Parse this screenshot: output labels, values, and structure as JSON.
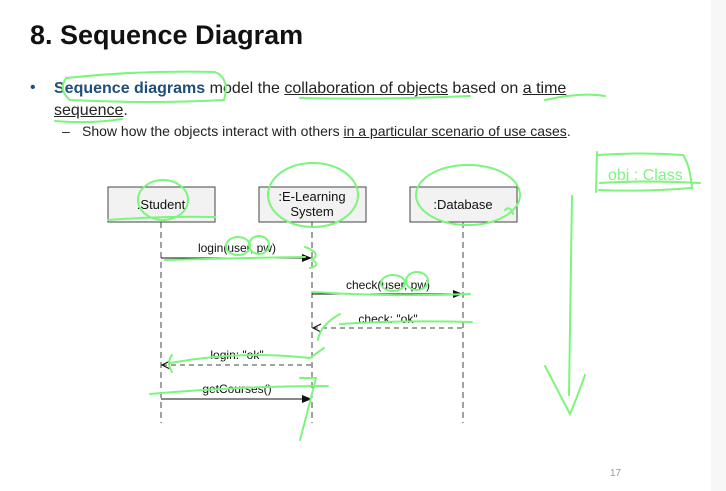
{
  "slide": {
    "title": "8. Sequence Diagram",
    "bullet": {
      "lead": "Sequence diagrams",
      "t1": " model the ",
      "u1": "collaboration of objects",
      "t2": " based on ",
      "u2": "a time sequence",
      "t3": "."
    },
    "sub_bullet": {
      "t1": "Show how the objects interact with others ",
      "u1": "in a particular scenario of use cases",
      "t2": "."
    },
    "page_number": "17"
  },
  "diagram": {
    "objects": [
      {
        "id": "student",
        "lines": [
          ":Student"
        ]
      },
      {
        "id": "elearning",
        "lines": [
          ":E-Learning",
          "System"
        ]
      },
      {
        "id": "database",
        "lines": [
          ":Database"
        ]
      }
    ],
    "messages": [
      {
        "label": "login(user, pw)",
        "from": "student",
        "to": "elearning",
        "type": "call"
      },
      {
        "label": "check(user, pw)",
        "from": "elearning",
        "to": "database",
        "type": "call"
      },
      {
        "label": "check: \"ok\"",
        "from": "database",
        "to": "elearning",
        "type": "return"
      },
      {
        "label": "login: \"ok\"",
        "from": "elearning",
        "to": "student",
        "type": "return"
      },
      {
        "label": "getCourses()",
        "from": "student",
        "to": "elearning",
        "type": "call"
      }
    ]
  },
  "annotations": {
    "ink_color": "#7CF57C",
    "handwritten_note": "obj : Class"
  }
}
